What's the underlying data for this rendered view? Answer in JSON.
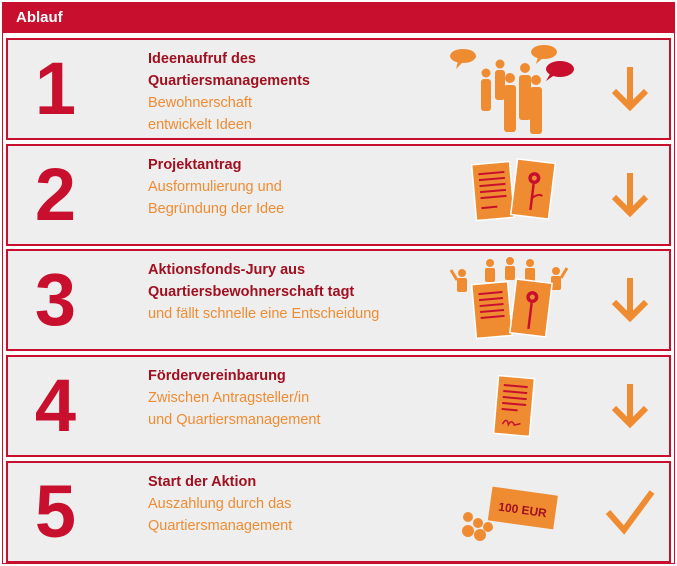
{
  "header": {
    "title": "Ablauf"
  },
  "colors": {
    "red": "#c8102e",
    "dark_red": "#a01020",
    "orange": "#ef8c32",
    "row_bg": "#eeeeee"
  },
  "steps": [
    {
      "number": "1",
      "title": [
        "Ideenaufruf des",
        "Quartiersmanagements"
      ],
      "desc": [
        "Bewohnerschaft",
        "entwickelt Ideen"
      ],
      "icon": "people-speech-bubbles-icon",
      "mark": "arrow-down-icon"
    },
    {
      "number": "2",
      "title": [
        "Projektantrag"
      ],
      "desc": [
        "Ausformulierung und",
        "Begründung der Idee"
      ],
      "icon": "documents-flower-icon",
      "mark": "arrow-down-icon"
    },
    {
      "number": "3",
      "title": [
        "Aktionsfonds-Jury aus",
        "Quartiersbewohnerschaft tagt"
      ],
      "desc": [
        "und fällt schnelle eine Entscheidung"
      ],
      "icon": "jury-documents-icon",
      "mark": "arrow-down-icon"
    },
    {
      "number": "4",
      "title": [
        "Fördervereinbarung"
      ],
      "desc": [
        "Zwischen Antragsteller/in",
        "und Quartiersmanagement"
      ],
      "icon": "signed-contract-icon",
      "mark": "arrow-down-icon"
    },
    {
      "number": "5",
      "title": [
        "Start der Aktion"
      ],
      "desc": [
        "Auszahlung durch das",
        "Quartiersmanagement"
      ],
      "icon": "money-coins-icon",
      "mark": "checkmark-icon",
      "banknote_label": "100 EUR"
    }
  ]
}
